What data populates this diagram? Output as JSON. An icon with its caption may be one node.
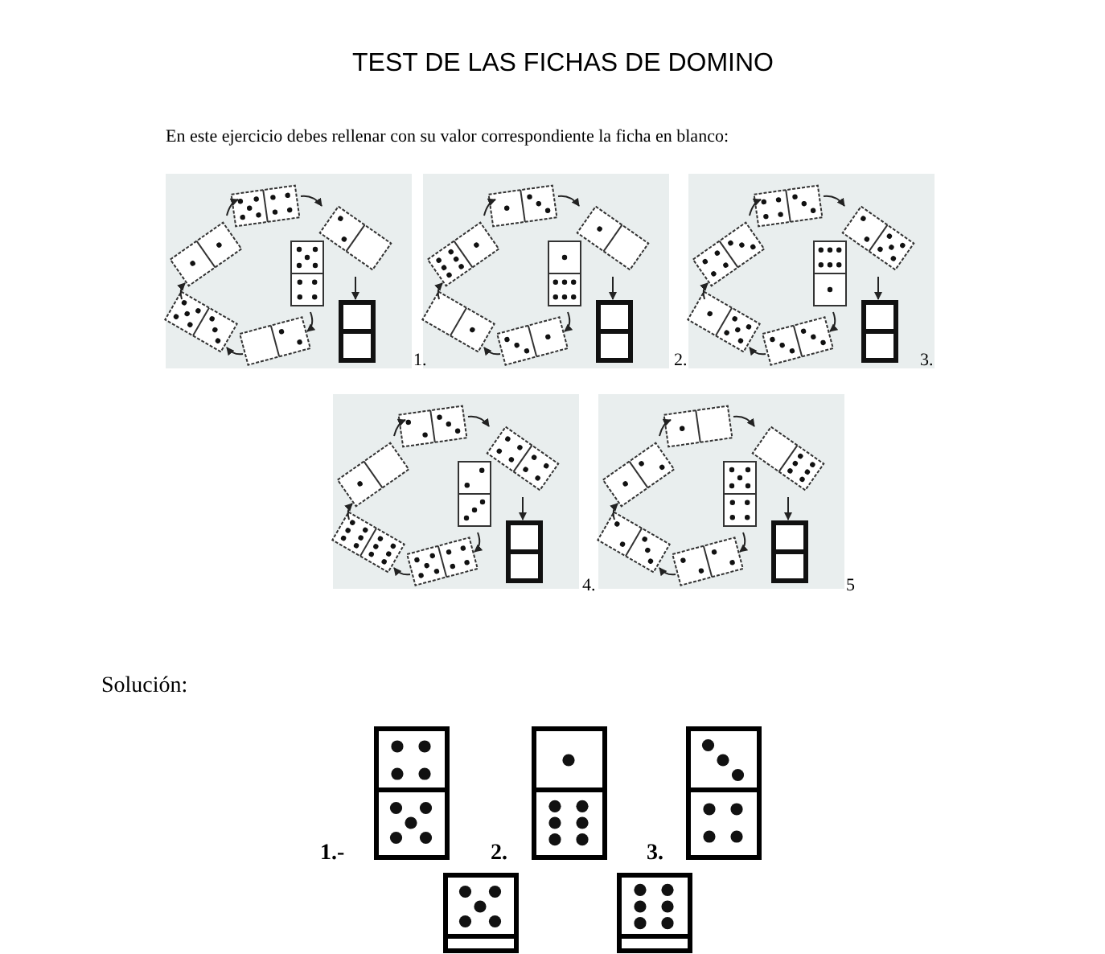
{
  "diagram": {
    "title": "TEST DE LAS FICHAS DE DOMINO",
    "labels": [
      "En este ejercicio debes rellenar con su valor correspondiente la ficha en blanco:",
      "1.",
      "2.",
      "3.",
      "4.",
      "5",
      "Solución:",
      "1.-",
      "2.",
      "3."
    ]
  }
}
